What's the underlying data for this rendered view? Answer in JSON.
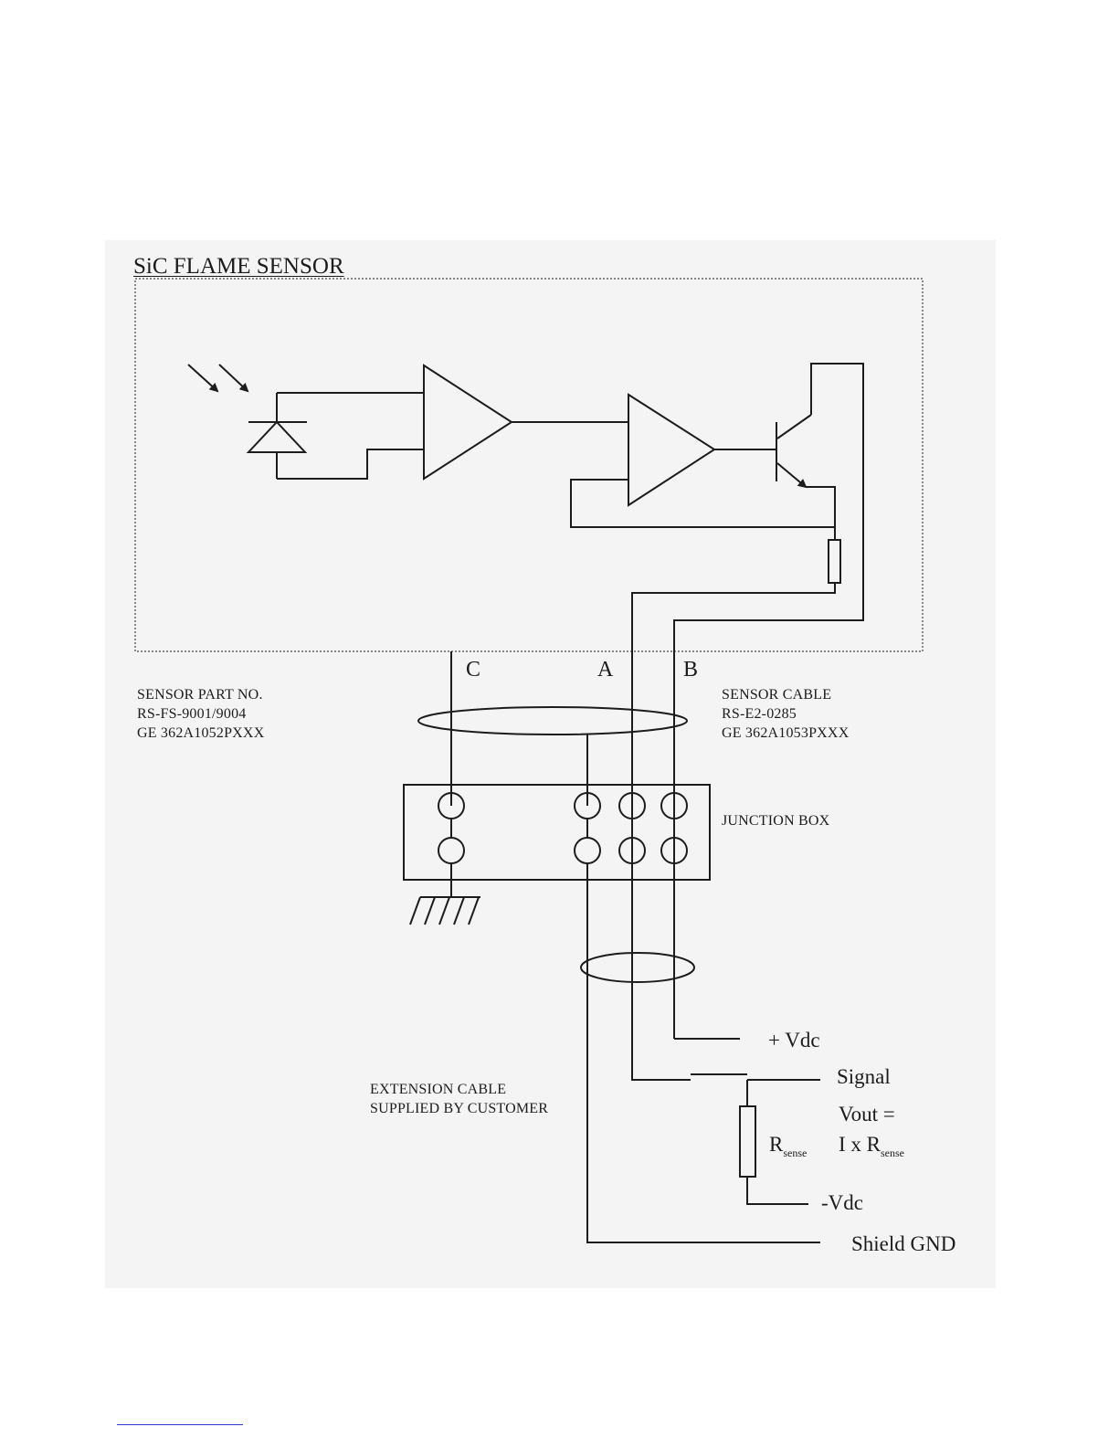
{
  "colors": {
    "ink": "#1c1c1c",
    "paper": "#ffffff",
    "scan_tint": "#f4f4f4",
    "footer_rule": "#2a3bd6"
  },
  "sensor_box": {
    "title": "SiC FLAME SENSOR"
  },
  "pins": {
    "c": "C",
    "a": "A",
    "b": "B"
  },
  "sensor_part": {
    "line1": "SENSOR PART NO.",
    "line2": "RS-FS-9001/9004",
    "line3": "GE 362A1052PXXX"
  },
  "sensor_cable": {
    "line1": "SENSOR CABLE",
    "line2": "RS-E2-0285",
    "line3": "GE 362A1053PXXX"
  },
  "junction_box": {
    "label": "JUNCTION BOX"
  },
  "extension_cable": {
    "line1": "EXTENSION CABLE",
    "line2": "SUPPLIED BY CUSTOMER"
  },
  "terminals": {
    "plus_vdc": "+ Vdc",
    "signal": "Signal",
    "vout_line1": "Vout =",
    "vout_line2_prefix": "I x R",
    "vout_line2_sub": "sense",
    "minus_vdc": "-Vdc",
    "shield_gnd": "Shield GND"
  },
  "rsense": {
    "symbol": "R",
    "sub": "sense"
  },
  "icons": [
    "light-arrows-icon",
    "photodiode-icon",
    "amplifier-icon",
    "transistor-icon",
    "resistor-icon",
    "ground-icon",
    "terminal-icon"
  ]
}
